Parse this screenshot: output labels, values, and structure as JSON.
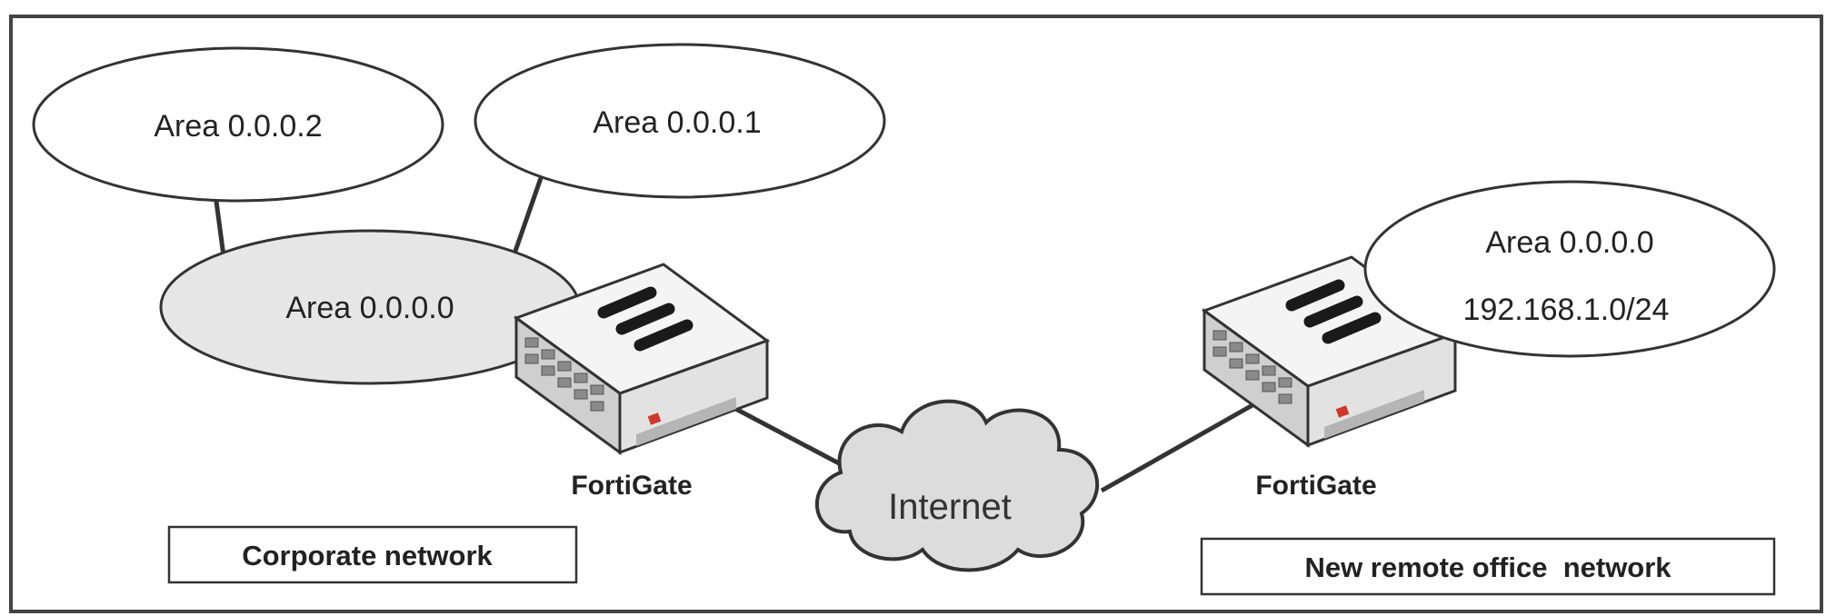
{
  "corporate": {
    "area_top_left": "Area 0.0.0.2",
    "area_top_right": "Area 0.0.0.1",
    "area_backbone": "Area 0.0.0.0",
    "device_label": "FortiGate",
    "network_label": "Corporate network"
  },
  "internet": {
    "label": "Internet"
  },
  "remote": {
    "area_label": "Area 0.0.0.0",
    "subnet_label": "192.168.1.0/24",
    "device_label": "FortiGate",
    "network_label": "New remote office  network"
  }
}
